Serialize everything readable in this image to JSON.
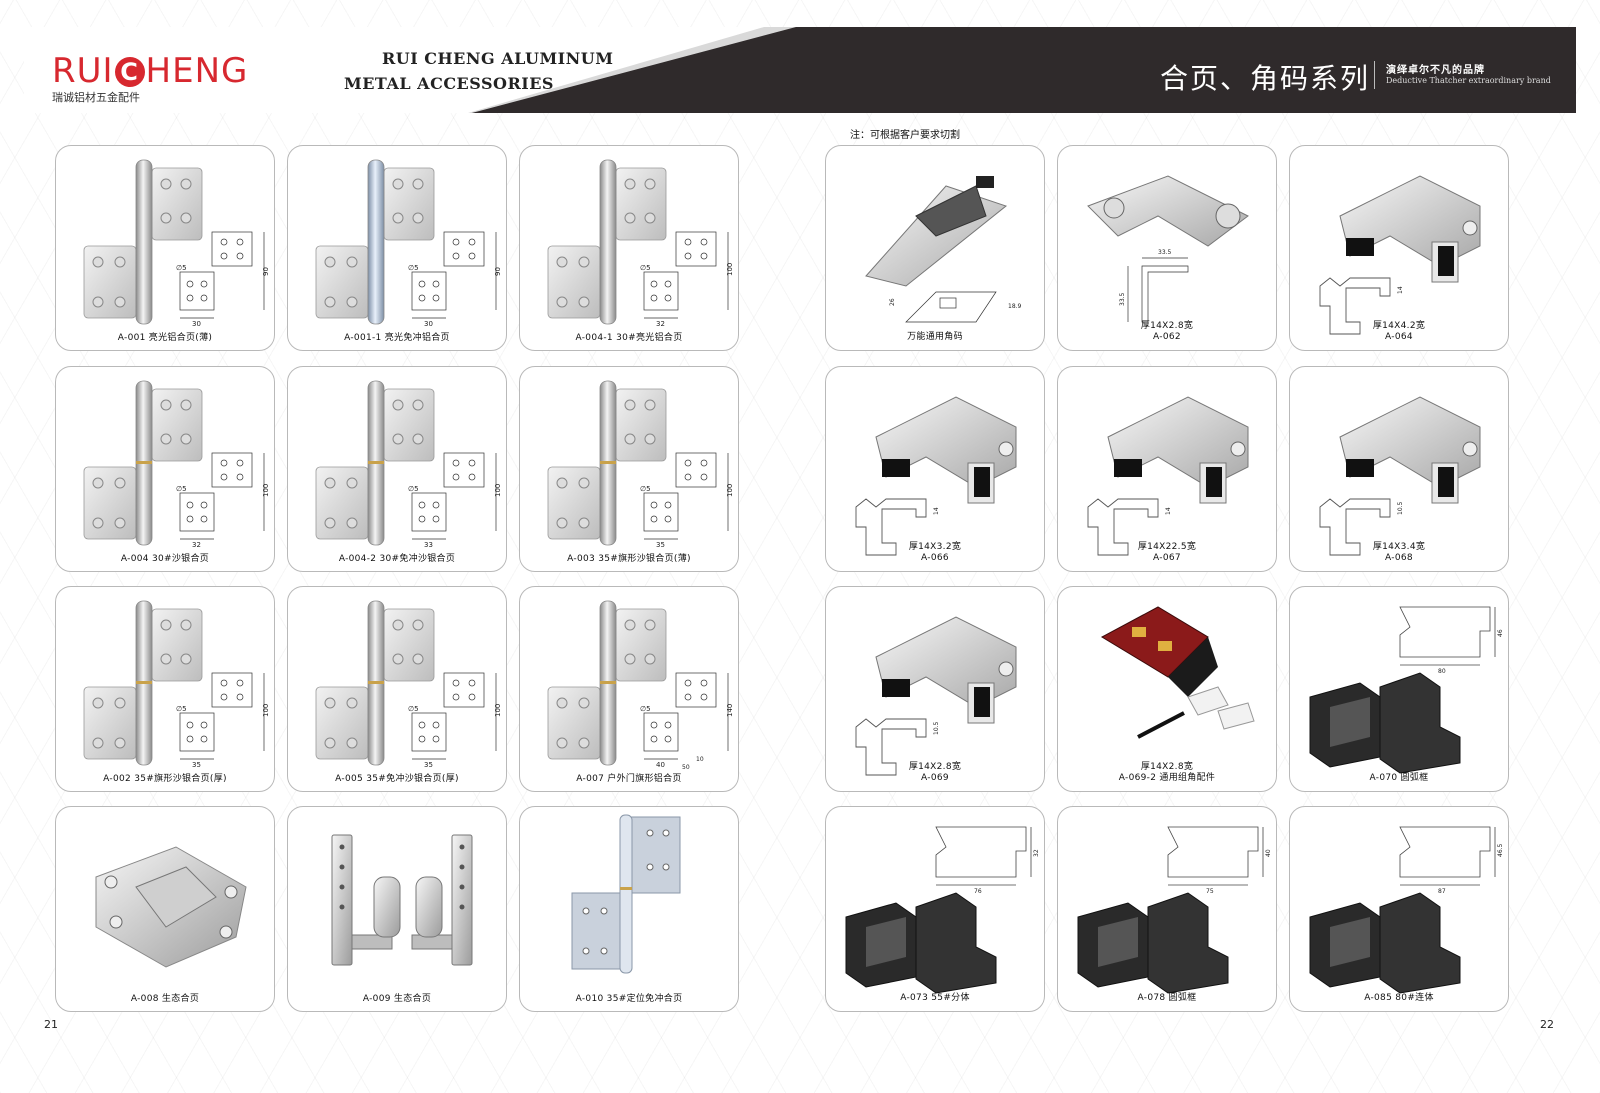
{
  "header": {
    "logo_left": "RUI",
    "logo_mark": "C",
    "logo_right": "HENG",
    "logo_sub": "瑞诚铝材五金配件",
    "brand_line1": "RUI CHENG ALUMINUM",
    "brand_line2": "METAL ACCESSORIES",
    "series_title": "合页、角码系列",
    "slogan_cn": "演绎卓尔不凡的品牌",
    "slogan_en": "Deductive Thatcher extraordinary brand"
  },
  "note": "注：可根据客户要求切割",
  "page_left": "21",
  "page_right": "22",
  "colors": {
    "brand_red": "#d7282f",
    "header_bg": "#2f2a2b"
  },
  "left_items": [
    {
      "caption": "A-001  亮光铝合页(薄)",
      "dim_w": "30",
      "dim_h": "90",
      "hole": "∅5"
    },
    {
      "caption": "A-001-1  亮光免冲铝合页",
      "dim_w": "30",
      "dim_h": "90",
      "hole": "∅5"
    },
    {
      "caption": "A-004-1  30#亮光铝合页",
      "dim_w": "32",
      "dim_h": "100",
      "hole": "∅5"
    },
    {
      "caption": "A-004  30#沙银合页",
      "dim_w": "32",
      "dim_h": "100",
      "hole": "∅5"
    },
    {
      "caption": "A-004-2  30#免冲沙银合页",
      "dim_w": "33",
      "dim_h": "100",
      "hole": "∅5"
    },
    {
      "caption": "A-003  35#旗形沙银合页(薄)",
      "dim_w": "35",
      "dim_h": "100",
      "hole": "∅5"
    },
    {
      "caption": "A-002  35#旗形沙银合页(厚)",
      "dim_w": "35",
      "dim_h": "100",
      "hole": "∅5"
    },
    {
      "caption": "A-005  35#免冲沙银合页(厚)",
      "dim_w": "35",
      "dim_h": "100",
      "hole": "∅5"
    },
    {
      "caption": "A-007  户外门旗形铝合页",
      "dim_w": "40",
      "dim_h": "140",
      "hole": "∅5",
      "extra1": "10",
      "extra2": "50"
    },
    {
      "caption": "A-008  生态合页"
    },
    {
      "caption": "A-009  生态合页"
    },
    {
      "caption": "A-010  35#定位免冲合页"
    }
  ],
  "right_items": [
    {
      "line1": "",
      "line2": "万能通用角码",
      "d1": "26",
      "d2": "18.9"
    },
    {
      "line1": "厚14X2.8宽",
      "line2": "A-062",
      "d1": "33.5",
      "d2": "33.5"
    },
    {
      "line1": "厚14X4.2宽",
      "line2": "A-064",
      "d1": "14"
    },
    {
      "line1": "厚14X3.2宽",
      "line2": "A-066",
      "d1": "14"
    },
    {
      "line1": "厚14X22.5宽",
      "line2": "A-067",
      "d1": "14"
    },
    {
      "line1": "厚14X3.4宽",
      "line2": "A-068",
      "d1": "10.5"
    },
    {
      "line1": "厚14X2.8宽",
      "line2": "A-069",
      "d1": "10.5"
    },
    {
      "line1": "厚14X2.8宽",
      "line2": "A-069-2  通用组角配件"
    },
    {
      "line1": "",
      "line2": "A-070  圆弧框",
      "d1": "80",
      "d2": "46"
    },
    {
      "line1": "",
      "line2": "A-073  55#分体",
      "d1": "76",
      "d2": "32"
    },
    {
      "line1": "",
      "line2": "A-078  圆弧框",
      "d1": "75",
      "d2": "40"
    },
    {
      "line1": "",
      "line2": "A-085  80#连体",
      "d1": "87",
      "d2": "46.5"
    }
  ]
}
